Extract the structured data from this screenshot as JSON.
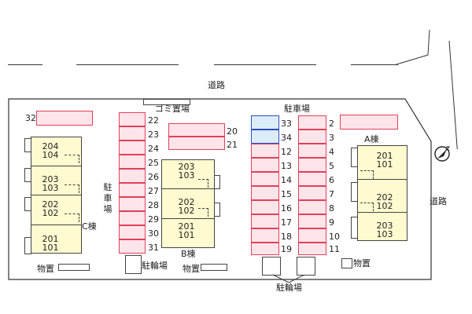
{
  "roads": {
    "top_label": "道路",
    "right_label": "道路"
  },
  "garbage": {
    "label": "ゴミ置場"
  },
  "parking_labels": {
    "left": [
      "駐",
      "車",
      "場"
    ],
    "center": "駐車場"
  },
  "bike_parking": {
    "left": "駐輪場",
    "bottom": "駐輪場"
  },
  "storage": {
    "left": "物置",
    "middle": "物置",
    "right": "物置"
  },
  "buildings": {
    "A": {
      "label": "A棟",
      "units": [
        [
          "201",
          "101"
        ],
        [
          "202",
          "102"
        ],
        [
          "203",
          "103"
        ]
      ]
    },
    "B": {
      "label": "B棟",
      "units": [
        [
          "203",
          "103"
        ],
        [
          "202",
          "102"
        ],
        [
          "201",
          "101"
        ]
      ]
    },
    "C": {
      "label": "C棟",
      "units": [
        [
          "204",
          "104"
        ],
        [
          "203",
          "103"
        ],
        [
          "202",
          "102"
        ],
        [
          "201",
          "101"
        ]
      ]
    }
  },
  "slots": {
    "s32": "32",
    "left_column": [
      "22",
      "23",
      "24",
      "25",
      "26",
      "27",
      "28",
      "29",
      "30",
      "31"
    ],
    "horizontal_pair": [
      "20",
      "21"
    ],
    "center_column": [
      "33",
      "34",
      "12",
      "13",
      "14",
      "15",
      "16",
      "17",
      "18",
      "19"
    ],
    "right_column": [
      "2",
      "3",
      "4",
      "5",
      "6",
      "7",
      "8",
      "9",
      "10",
      "11"
    ],
    "s1": ""
  },
  "colors": {
    "slot_border": "#e0405a",
    "slot_fill": "#ffe4ea",
    "special_border": "#2c4fc4",
    "special_fill": "#dcecf8",
    "building_fill": "#fffbd0"
  },
  "compass": {
    "icon": "north-arrow-icon"
  }
}
